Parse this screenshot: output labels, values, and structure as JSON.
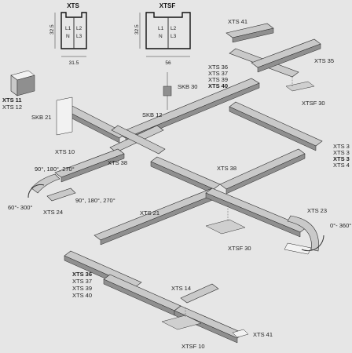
{
  "profiles": [
    {
      "title": "XTS",
      "height": "32.5",
      "width": "31.5",
      "left": [
        "L1",
        "N"
      ],
      "right": [
        "L2",
        "L3"
      ]
    },
    {
      "title": "XTSF",
      "height": "32.5",
      "width": "56",
      "left": [
        "L1",
        "N"
      ],
      "right": [
        "L2",
        "L3"
      ]
    }
  ],
  "labels": {
    "xts41_top": "XTS 41",
    "xts35": "XTS 35",
    "group_top": [
      "XTS 36",
      "XTS 37",
      "XTS 39",
      "XTS 40"
    ],
    "skb30": "SKB 30",
    "xts11": "XTS 11",
    "xts12": "XTS 12",
    "skb21": "SKB 21",
    "skb12": "SKB 12",
    "xtsf30_top": "XTSF 30",
    "group_right": [
      "XTS 3",
      "XTS 3",
      "XTS 3",
      "XTS 4"
    ],
    "xts10": "XTS 10",
    "xts38_left": "XTS 38",
    "xts38_mid": "XTS 38",
    "angle_a": "90°, 180°, 270°",
    "angle_b": "90°, 180°, 270°",
    "angle_c": "60°- 300°",
    "xts24": "XTS 24",
    "xts21": "XTS 21",
    "xts23": "XTS 23",
    "angle_d": "0°- 360°",
    "xtsf30_mid": "XTSF 30",
    "group_bottom": [
      "XTS 36",
      "XTS 37",
      "XTS 39",
      "XTS 40"
    ],
    "xts14": "XTS 14",
    "xts41_bottom": "XTS 41",
    "xtsf10": "XTSF 10"
  }
}
